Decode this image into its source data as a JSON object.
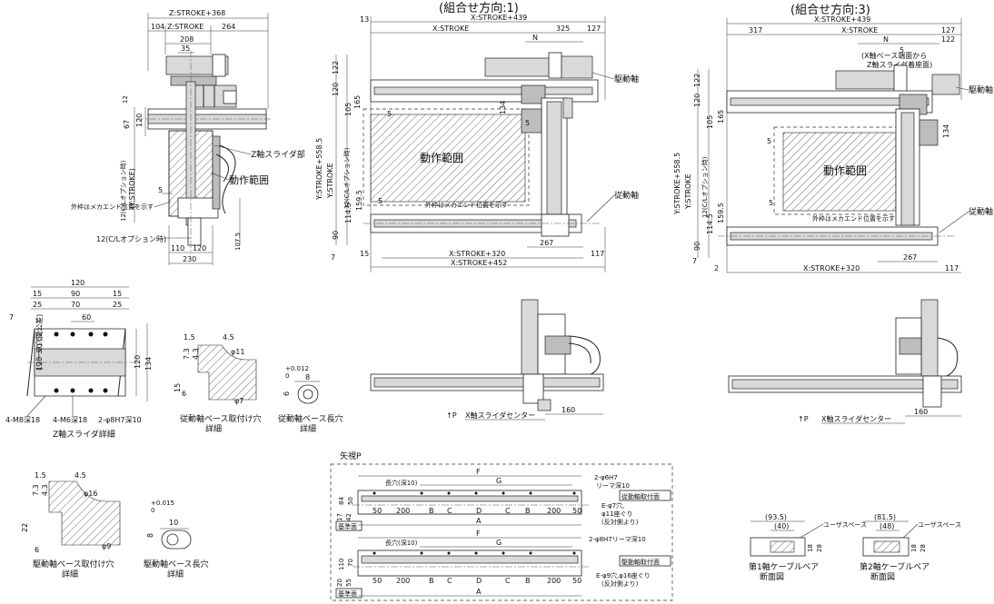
{
  "views": {
    "combo1_title": "(組合せ方向:1)",
    "combo3_title": "(組合せ方向:3)"
  },
  "z_axis_view": {
    "top_dims": [
      "Z:STROKE+368",
      "104",
      "Z:STROKE",
      "264",
      "208",
      "35"
    ],
    "left_dims": [
      "12",
      "67",
      "120",
      "(Y:STROKE)",
      "12(C/Lオプション時)"
    ],
    "right_dims": [
      "107.5"
    ],
    "bottom_dims": [
      "110",
      "120",
      "230"
    ],
    "small_5": "5",
    "slider_label": "Z軸スライダ部",
    "motion_range": "動作範囲",
    "outer_frame": "外枠はメカエンド位置を示す",
    "cl_option": "12(C/Lオプション時)"
  },
  "combo1": {
    "top_left": "13",
    "x_stroke_439": "X:STROKE+439",
    "x_stroke": "X:STROKE",
    "d325": "325",
    "d127": "127",
    "n": "N",
    "drive_shaft": "駆動軸",
    "driven_shaft": "従動軸",
    "motion_range": "動作範囲",
    "outer_frame": "外枠はメカエンド位置を示す",
    "left_dims": [
      "Y:STROKE+558.5",
      "Y:STROKE",
      "12(C/Lオプション時)",
      "122",
      "120",
      "105",
      "165",
      "5",
      "159.5",
      "114.5",
      "90",
      "7"
    ],
    "d134": "134",
    "d5": "5",
    "d267": "267",
    "d15": "15",
    "x_stroke_320": "X:STROKE+320",
    "d117": "117",
    "x_stroke_452": "X:STROKE+452"
  },
  "combo3": {
    "x_stroke_439": "X:STROKE+439",
    "d317": "317",
    "x_stroke": "X:STROKE",
    "n": "N",
    "d122": "122",
    "d127": "127",
    "d5": "5",
    "note1": "(X軸ベース端面から",
    "note2": "Z軸スライダ着座面)",
    "drive_shaft": "駆動軸",
    "driven_shaft": "従動軸",
    "motion_range": "動作範囲",
    "outer_frame": "外枠はメカエンド位置を示す",
    "left_dims": [
      "Y:STROKE+558.5",
      "Y:STROKE",
      "12(C/Lオプション時)",
      "122",
      "120",
      "105",
      "165",
      "5",
      "159.5",
      "114.5",
      "90",
      "7"
    ],
    "d134": "134",
    "d267": "267",
    "d2": "2",
    "x_stroke_320": "X:STROKE+320",
    "d117": "117"
  },
  "z_slider_detail": {
    "dims": [
      "120",
      "15",
      "90",
      "15",
      "25",
      "70",
      "25",
      "60",
      "7",
      "120 ±0.02",
      "(リーマ穴間公差)",
      "120",
      "134"
    ],
    "label_m8": "4-M8深18",
    "label_m6": "4-M6深18",
    "label_pin": "2-φ8H7深10",
    "title": "Z軸スライダ詳細"
  },
  "driven_hole": {
    "dims": [
      "1.5",
      "4.5",
      "7.3",
      "4.3",
      "φ11",
      "φ7",
      "15",
      "6"
    ],
    "title1": "従動軸ベース取付け穴",
    "title2": "詳細"
  },
  "driven_slot": {
    "dims": [
      "8",
      "6",
      "+0.012",
      "0"
    ],
    "title1": "従動軸ベース長穴",
    "title2": "詳細"
  },
  "drive_hole": {
    "dims": [
      "1.5",
      "4.5",
      "7.3",
      "4.3",
      "φ16",
      "φ9",
      "22",
      "6"
    ],
    "title1": "駆動軸ベース取付け穴",
    "title2": "詳細"
  },
  "drive_slot": {
    "dims": [
      "10",
      "8",
      "+0.015",
      "0"
    ],
    "title1": "駆動軸ベース長穴",
    "title2": "詳細"
  },
  "side_views": {
    "p_label": "↑P",
    "x_center": "X軸スライダセンター",
    "d160": "160"
  },
  "arrow_p": {
    "title": "矢視P",
    "upper": {
      "f": "F",
      "g": "G",
      "slot": "長穴(深10)",
      "pin": "2-φ6H7",
      "pin2": "リーマ深10",
      "base_label": "従動軸取付面",
      "hole1": "E-φ7穴,",
      "hole2": "φ11座ぐり",
      "hole3": "(反対側より)",
      "ref": "基準面",
      "left": [
        "84",
        "50",
        "17",
        "42"
      ],
      "bottom": [
        "50",
        "200",
        "B",
        "C",
        "D",
        "C",
        "B",
        "200",
        "50"
      ],
      "a": "A"
    },
    "lower": {
      "f": "F",
      "g": "G",
      "slot": "長穴(深10)",
      "pin": "2-φ8H7リーマ深10",
      "base_label": "駆動軸取付面",
      "hole1": "E-φ9穴,φ16座ぐり",
      "hole2": "(反対側より)",
      "ref": "基準面",
      "left": [
        "110",
        "70",
        "20",
        "55"
      ],
      "bottom": [
        "50",
        "200",
        "B",
        "C",
        "D",
        "C",
        "B",
        "200",
        "50"
      ],
      "a": "A"
    }
  },
  "cable1": {
    "d93": "(93.5)",
    "d40": "(40)",
    "user": "ユーザスペース",
    "d18": "18",
    "d28": "28",
    "title1": "第1軸ケーブルベア",
    "title2": "断面図"
  },
  "cable2": {
    "d81": "(81.5)",
    "d48": "(48)",
    "user": "ユーザスペース",
    "d18": "18",
    "d28": "28",
    "title1": "第2軸ケーブルベア",
    "title2": "断面図"
  }
}
